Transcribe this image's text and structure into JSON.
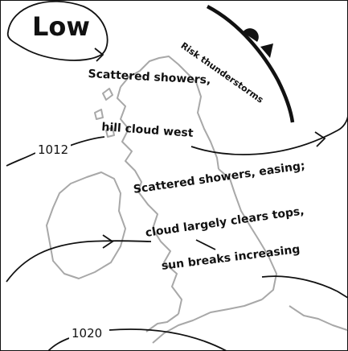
{
  "pressure_system": {
    "label": "Low"
  },
  "isobars": [
    {
      "label": "1012"
    },
    {
      "label": "1020"
    }
  ],
  "front": {
    "label": "Risk thunderstorms"
  },
  "forecast_text": [
    "Scattered showers,",
    "hill cloud west",
    "Scattered showers, easing;",
    "cloud largely clears tops,",
    "sun breaks increasing"
  ],
  "colors": {
    "line": "#111111",
    "coast": "#a8a8a8",
    "background": "#ffffff"
  }
}
